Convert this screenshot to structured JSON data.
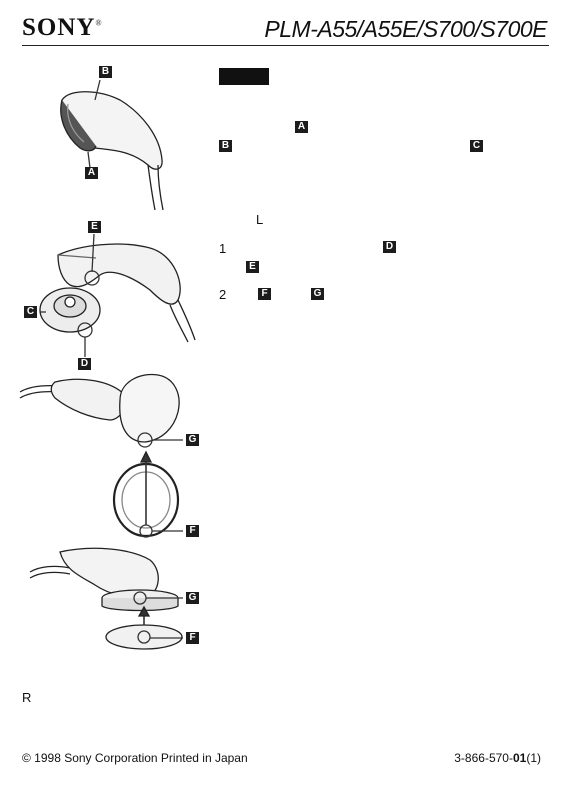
{
  "header": {
    "brand": "SONY",
    "brand_mark": "®",
    "model": "PLM-A55/A55E/S700/S700E"
  },
  "labels": {
    "A": "A",
    "B": "B",
    "C": "C",
    "D": "D",
    "E": "E",
    "F": "F",
    "G": "G"
  },
  "text": {
    "l_mark": "L",
    "step1": "1",
    "step2": "2",
    "r_mark": "R"
  },
  "footer": {
    "copyright": "© 1998 Sony Corporation   Printed in Japan",
    "part_number": "3-866-570-",
    "part_bold": "01",
    "part_suffix": "(1)"
  }
}
